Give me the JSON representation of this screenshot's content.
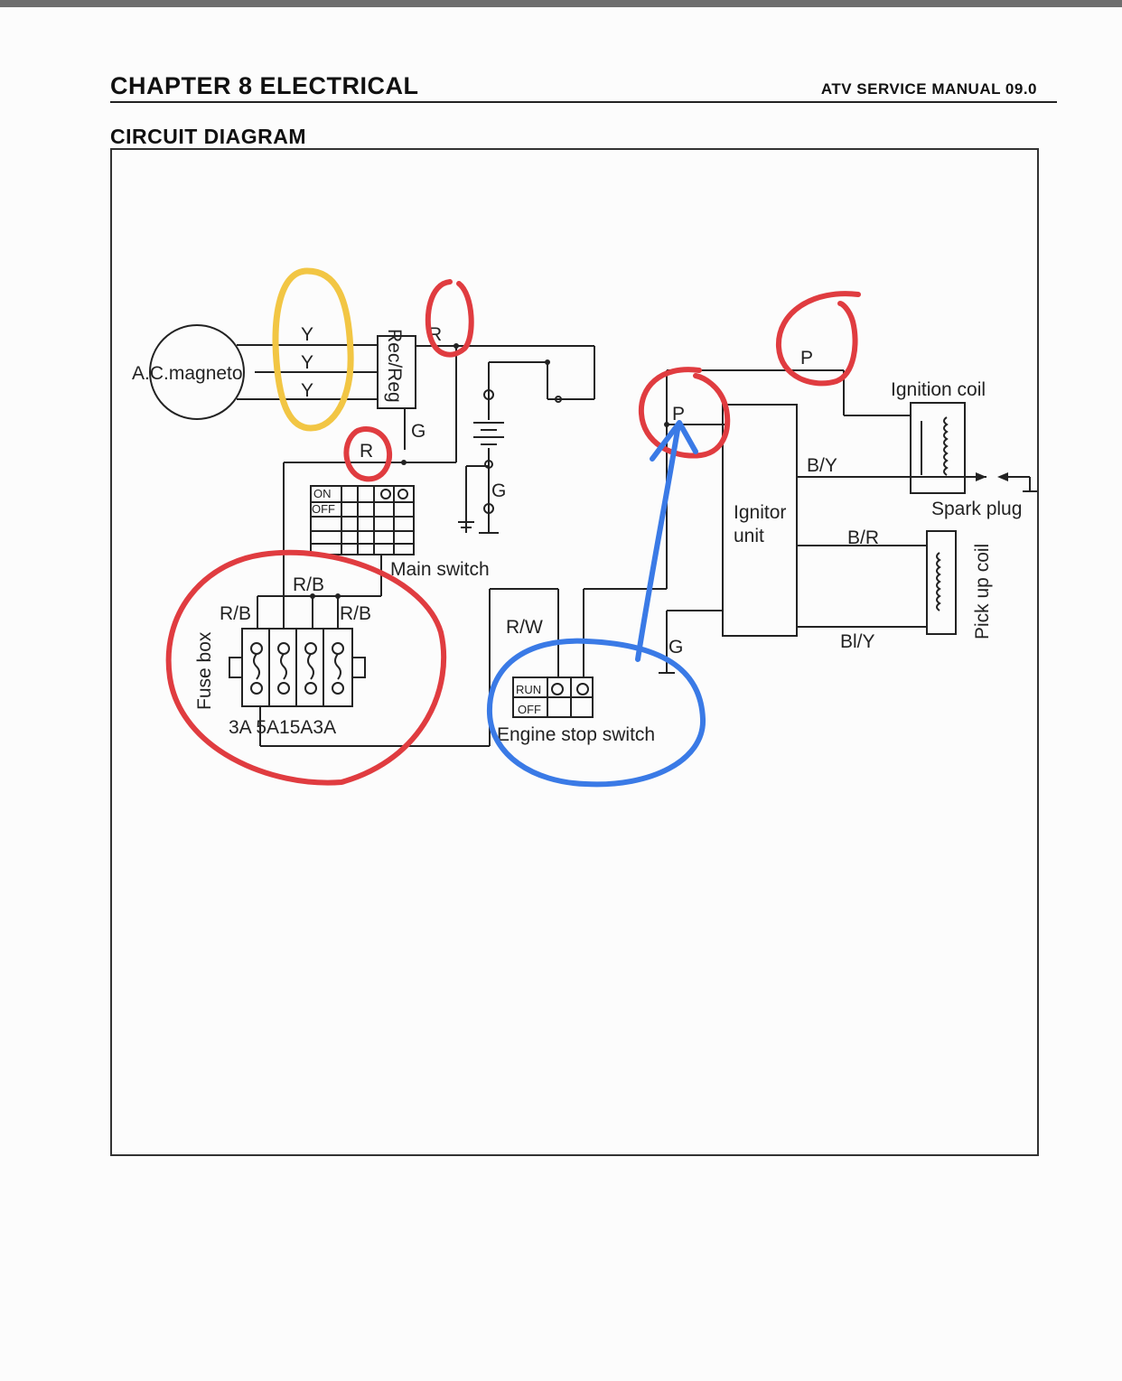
{
  "header": {
    "chapter": "CHAPTER  8  ELECTRICAL",
    "manual": "ATV  SERVICE  MANUAL  09.0"
  },
  "section_title": "CIRCUIT DIAGRAM",
  "diagram": {
    "components": {
      "ac_magneto": "A.C.magneto",
      "rec_reg": "Rec/Reg",
      "ignition_coil": "Ignition coil",
      "spark_plug": "Spark plug",
      "ignitor_line1": "Ignitor",
      "ignitor_line2": "unit",
      "pickup_coil": "Pick up coil",
      "main_switch": "Main switch",
      "fuse_box": "Fuse box",
      "engine_stop_switch": "Engine stop switch"
    },
    "wires": {
      "y1": "Y",
      "y2": "Y",
      "y3": "Y",
      "r_top": "R",
      "r_mid": "R",
      "g_reg": "G",
      "g_batt": "G",
      "g_ign": "G",
      "p_top": "P",
      "p_ign": "P",
      "by": "B/Y",
      "br": "B/R",
      "bly": "Bl/Y",
      "rb_top": "R/B",
      "rb_left": "R/B",
      "rb_right": "R/B",
      "rw": "R/W"
    },
    "switch_labels": {
      "on": "ON",
      "off": "OFF",
      "run": "RUN",
      "off2": "OFF"
    },
    "fuse_ratings": "3A 5A15A3A",
    "annotation_colors": {
      "red": "#e03c40",
      "yellow": "#f2c644",
      "blue": "#3a7ae6"
    }
  }
}
